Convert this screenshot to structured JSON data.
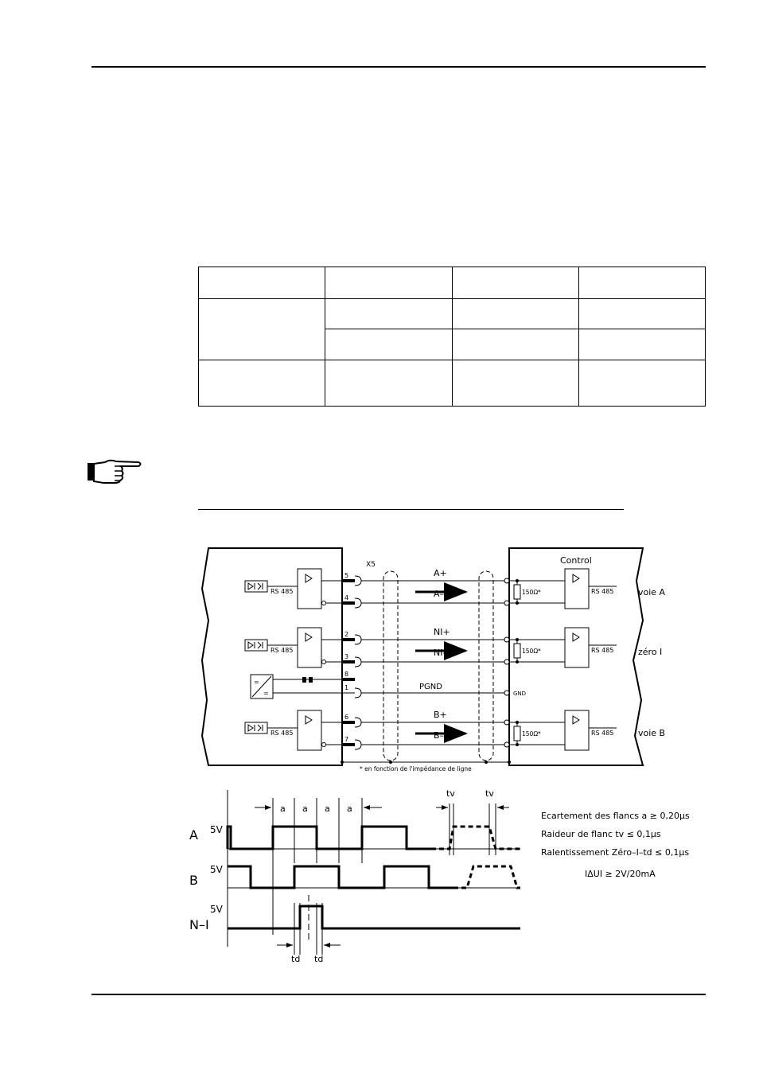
{
  "wiring": {
    "connector_label": "X5",
    "control_label": "Control",
    "rs485_label": "RS 485",
    "resistor_label": "150Ω*",
    "gnd_label": "GND",
    "pins": [
      "5",
      "4",
      "2",
      "3",
      "8",
      "1",
      "6",
      "7"
    ],
    "signals": [
      "A+",
      "A–",
      "NI+",
      "NI–",
      "PGND",
      "B+",
      "B–"
    ],
    "outputs": [
      "voie A",
      "zéro I",
      "voie B"
    ],
    "footnote": "* en fonction de l'impédance de ligne"
  },
  "timing": {
    "channels": [
      "A",
      "B",
      "N–I"
    ],
    "voltage_label": "5V",
    "a_label": "a",
    "td_label": "td",
    "tv_label": "tv",
    "specs": [
      "Ecartement des flancs a ≥ 0,20µs",
      "Raideur de flanc tv ≤ 0,1µs",
      "Ralentissement Zéro–I–td ≤ 0,1µs"
    ],
    "current_spec": "IΔUI ≥ 2V/20mA"
  }
}
